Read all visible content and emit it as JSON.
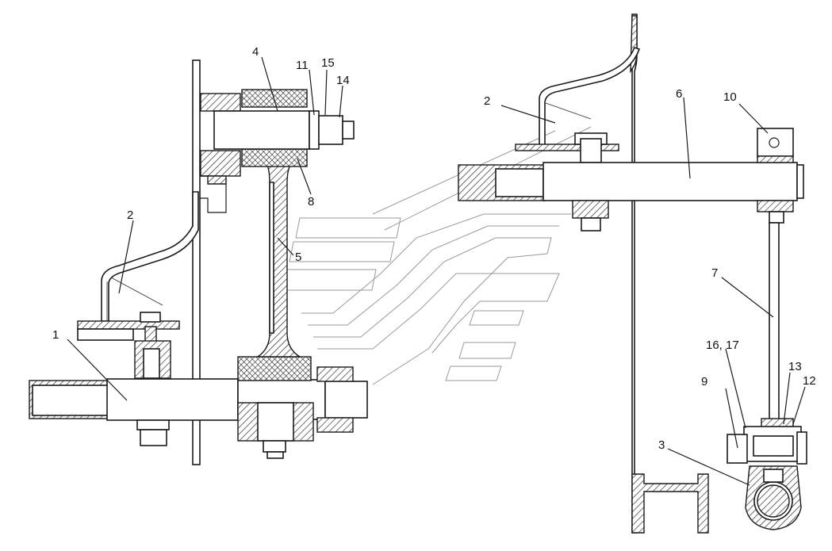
{
  "callouts": [
    {
      "id": "c1",
      "text": "1"
    },
    {
      "id": "c2a",
      "text": "2"
    },
    {
      "id": "c2b",
      "text": "2"
    },
    {
      "id": "c3",
      "text": "3"
    },
    {
      "id": "c4",
      "text": "4"
    },
    {
      "id": "c5",
      "text": "5"
    },
    {
      "id": "c6",
      "text": "6"
    },
    {
      "id": "c7",
      "text": "7"
    },
    {
      "id": "c8",
      "text": "8"
    },
    {
      "id": "c9",
      "text": "9"
    },
    {
      "id": "c10",
      "text": "10"
    },
    {
      "id": "c11",
      "text": "11"
    },
    {
      "id": "c12",
      "text": "12"
    },
    {
      "id": "c13",
      "text": "13"
    },
    {
      "id": "c14",
      "text": "14"
    },
    {
      "id": "c15",
      "text": "15"
    },
    {
      "id": "c1617",
      "text": "16, 17"
    }
  ]
}
